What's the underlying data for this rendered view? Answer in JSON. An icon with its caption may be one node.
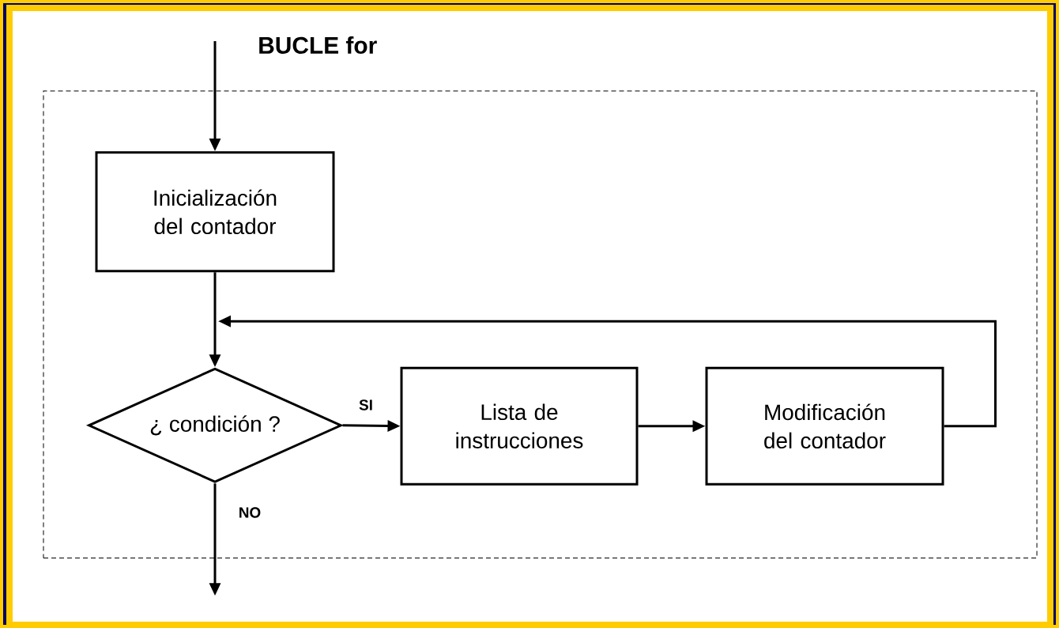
{
  "diagram": {
    "title": "BUCLE for",
    "nodes": [
      {
        "text": [],
        "shape": "box"
      },
      {
        "text": [
          "Inicialización del contador"
        ],
        "in": 0
      },
      {
        "text": [
          "¿ condición ?"
        ],
        "in": 0
      },
      {
        "text": [
          "Lista de instrucciones"
        ],
        "in": 0
      },
      {
        "text": [
          "Modificación del contador"
        ],
        "in": 0
      }
    ],
    "edges": [
      {
        "from": null,
        "to": 1,
        "arrow": "to"
      },
      {
        "from": 1,
        "to": 2,
        "arrow": "to"
      },
      {
        "from": 2,
        "to": 3,
        "arrow": "to",
        "label": "SI"
      },
      {
        "from": 3,
        "to": 4,
        "arrow": "to"
      },
      {
        "from": 4,
        "to": 2,
        "arrow": "to"
      },
      {
        "from": 2,
        "to": null,
        "arrow": "to",
        "label": "NO"
      }
    ]
  }
}
